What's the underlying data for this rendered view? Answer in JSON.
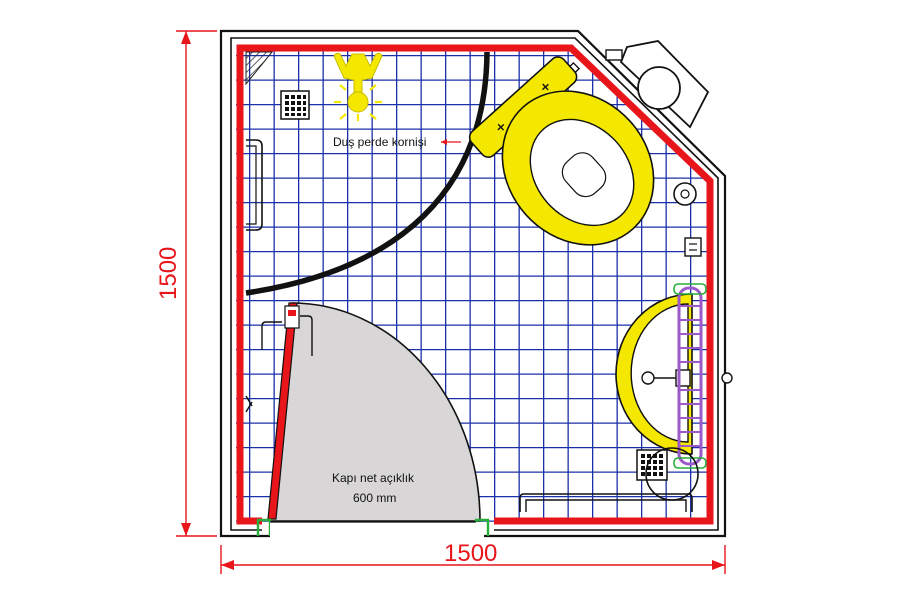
{
  "dimensions": {
    "width_label": "1500",
    "height_label": "1500"
  },
  "labels": {
    "curtain_rail": "Duş perde kornişi",
    "door_clearance_line1": "Kapı net açıklık",
    "door_clearance_line2": "600 mm"
  },
  "colors": {
    "tile_grid": "#1b2fa8",
    "red_outline": "#e8151b",
    "fixture_yellow": "#f4e800",
    "door_leaf": "#d8d6d6",
    "grab_bar_purple": "#9b59c9",
    "hinge_green": "#27ae3a"
  },
  "fixtures": [
    "floor-drain-icon",
    "shower-head-icon",
    "curtain-rail",
    "wc-toilet",
    "cistern",
    "toilet-paper-holder",
    "washbasin",
    "grab-bar",
    "door"
  ]
}
